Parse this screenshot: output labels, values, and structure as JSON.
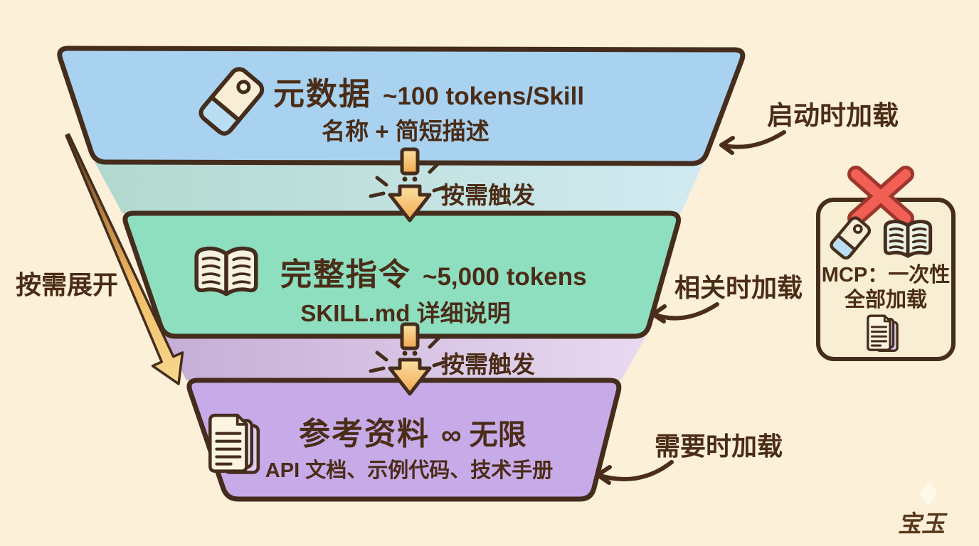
{
  "palette": {
    "background": "#fcf0d9",
    "outline": "#452d1d",
    "text": "#4a2c17",
    "level1_fill": "#a8d2f0",
    "level2_fill": "#8edec0",
    "level3_fill": "#c7abe8",
    "arrow_orange": "#f3b35c",
    "cross_red": "#f15f55"
  },
  "funnel": {
    "levels": [
      {
        "title": "元数据",
        "tokens": "~100 tokens/Skill",
        "subtitle": "名称 + 简短描述",
        "icon": "tag-icon",
        "annotation": "启动时加载",
        "fill": "#a8d2f0"
      },
      {
        "title": "完整指令",
        "tokens": "~5,000 tokens",
        "subtitle": "SKILL.md 详细说明",
        "icon": "open-book-icon",
        "annotation": "相关时加载",
        "fill": "#8edec0"
      },
      {
        "title": "参考资料",
        "tokens": "∞ 无限",
        "subtitle": "API 文档、示例代码、技术手册",
        "icon": "documents-icon",
        "annotation": "需要时加载",
        "fill": "#c7abe8"
      }
    ],
    "trigger_label": "按需触发",
    "expand_label": "按需展开"
  },
  "mcp_box": {
    "label": "MCP：一次性全部加载",
    "icons": [
      "tag-icon",
      "open-book-icon",
      "documents-icon"
    ],
    "cross_icon": "red-x-icon"
  },
  "signature": "宝玉"
}
